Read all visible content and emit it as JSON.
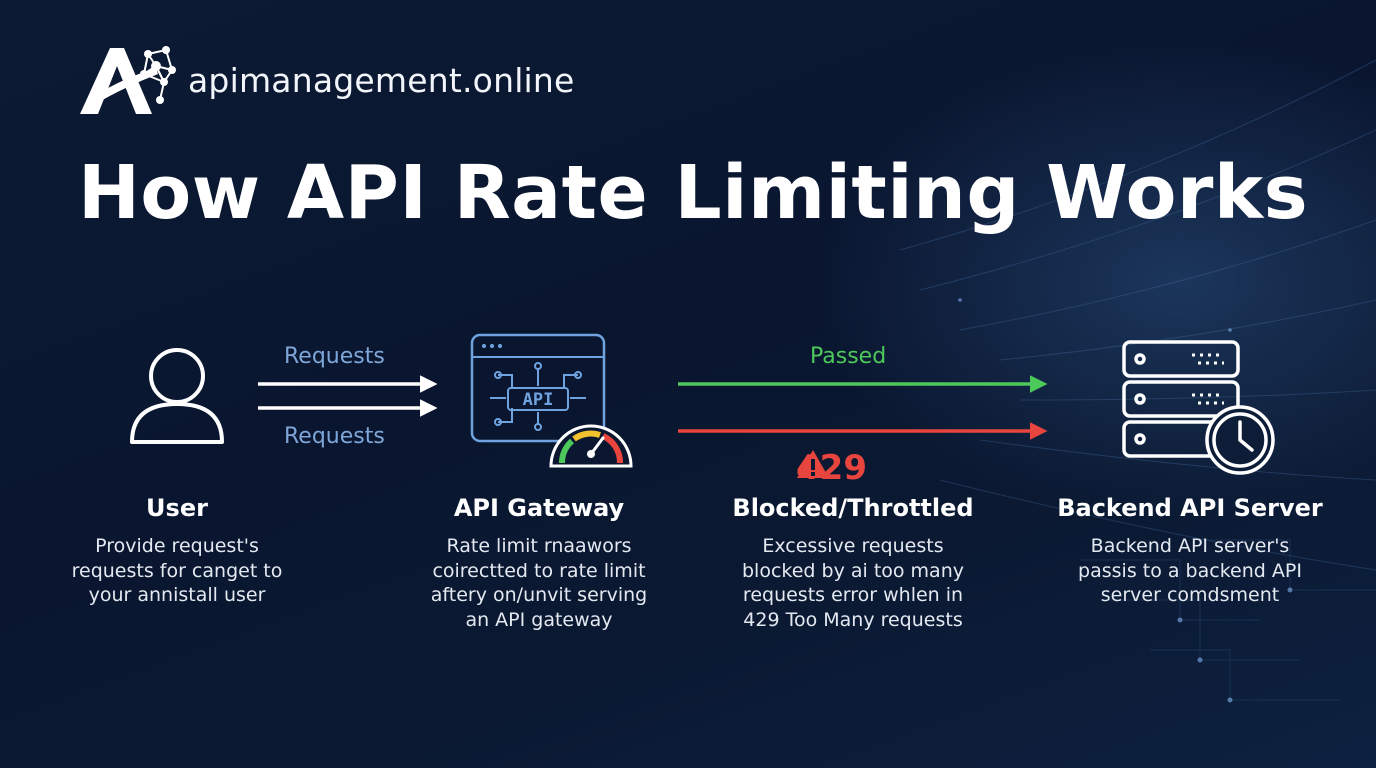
{
  "brand": {
    "name": "apimanagement.online",
    "logo_icon": "a-network-logo-icon"
  },
  "title": "How API Rate Limiting Works",
  "colors": {
    "background": "#0b1932",
    "requests_label": "#7ea6d8",
    "passed": "#4cc95a",
    "blocked": "#e8453e",
    "gateway_icon": "#6ea3e0"
  },
  "flows": {
    "requests_top": "Requests",
    "requests_bottom": "Requests",
    "passed": "Passed",
    "error_code": "429"
  },
  "nodes": [
    {
      "title": "User",
      "icon": "user-icon",
      "lines": [
        "Provide request's",
        "requests for canget to",
        "your annistall user"
      ]
    },
    {
      "title": "API Gateway",
      "icon": "api-gateway-icon",
      "lines": [
        "Rate limit rnaawors",
        "coirectted to rate limit",
        "aftery on/unvit serving",
        "an API gateway"
      ]
    },
    {
      "title": "Blocked/Throttled",
      "icon": "warning-icon",
      "lines": [
        "Excessive requests",
        "blocked by ai too many",
        "requests error whlen in",
        "429 Too Many requests"
      ]
    },
    {
      "title": "Backend API Server",
      "icon": "server-clock-icon",
      "lines": [
        "Backend API server's",
        "passis to a backend API",
        "server comdsment"
      ]
    }
  ]
}
